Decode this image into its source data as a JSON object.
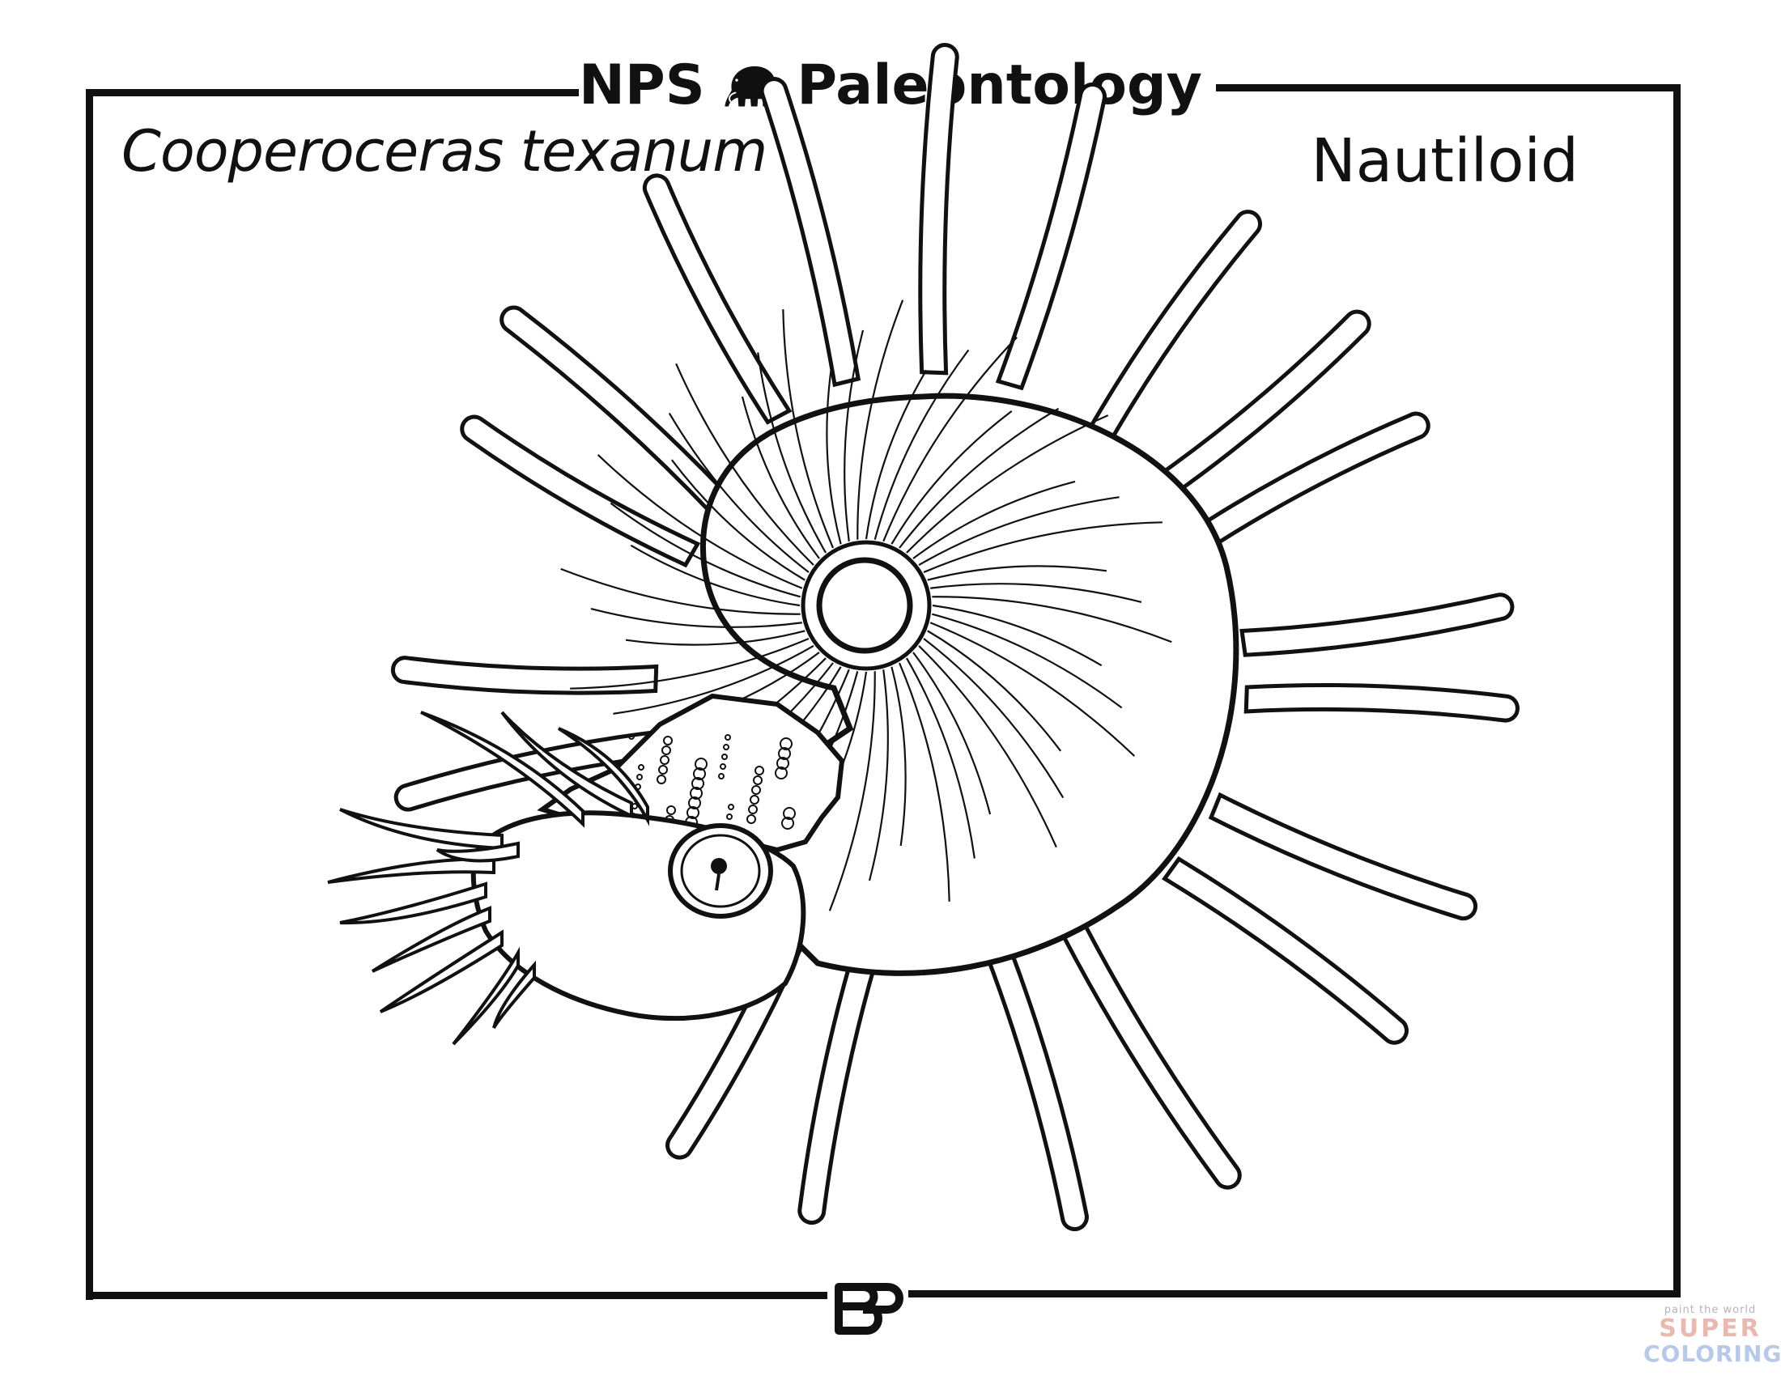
{
  "header": {
    "left_text": "NPS",
    "right_text": "Paleontology",
    "icon": "mammoth-icon"
  },
  "species_name": "Cooperoceras texanum",
  "category": "Nautiloid",
  "footer_logo": {
    "icon": "bp-monogram-icon"
  },
  "watermark": {
    "tagline": "paint the world",
    "line1": "SUPER",
    "line2": "COLORING"
  },
  "colors": {
    "ink": "#111111",
    "background": "#ffffff",
    "watermark_pink": "#e9b8b0",
    "watermark_blue": "#b7c9e6"
  }
}
